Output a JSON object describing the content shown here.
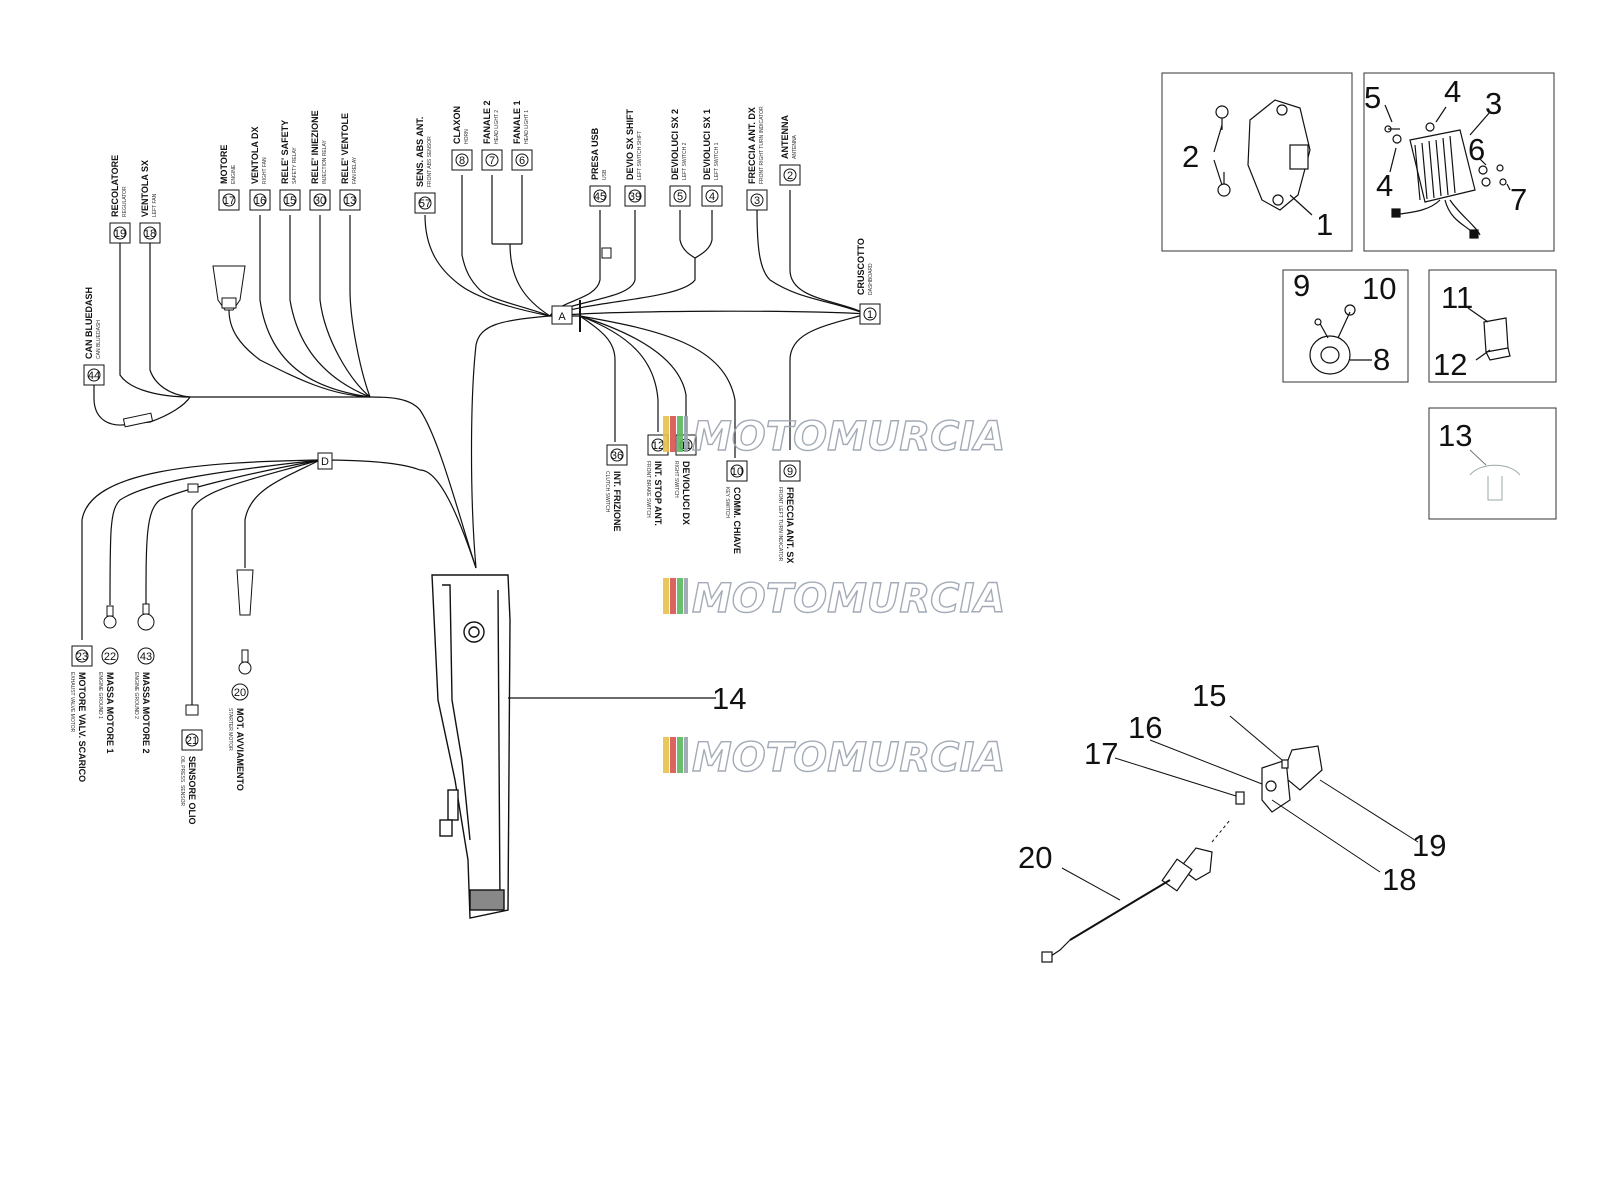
{
  "watermark": {
    "text": "MOTOMURCIA",
    "colors": [
      "#e6c14a",
      "#d9534f",
      "#5cb85c",
      "#9aa3b0"
    ]
  },
  "hubs": {
    "A": "A",
    "D": "D",
    "C": "1"
  },
  "connectors_top": [
    {
      "num": "19",
      "lbl": "RECOLATORE",
      "sub": "REGULATOR"
    },
    {
      "num": "18",
      "lbl": "VENTOLA SX",
      "sub": "LEFT FAN"
    },
    {
      "num": "17",
      "lbl": "MOTORE",
      "sub": "ENGINE"
    },
    {
      "num": "16",
      "lbl": "VENTOLA DX",
      "sub": "RIGHT FAN"
    },
    {
      "num": "15",
      "lbl": "RELE' SAFETY",
      "sub": "SAFETY RELAY"
    },
    {
      "num": "30",
      "lbl": "RELE' INIEZIONE",
      "sub": "INJECTION RELAY"
    },
    {
      "num": "13",
      "lbl": "RELE' VENTOLE",
      "sub": "FAN RELAY"
    },
    {
      "num": "57",
      "lbl": "SENS. ABS ANT.",
      "sub": "FRONT ABS SENSOR"
    },
    {
      "num": "8",
      "lbl": "CLAXON",
      "sub": "HORN"
    },
    {
      "num": "7",
      "lbl": "FANALE 2",
      "sub": "HEAD LIGHT 2"
    },
    {
      "num": "6",
      "lbl": "FANALE 1",
      "sub": "HEAD LIGHT 1"
    },
    {
      "num": "45",
      "lbl": "PRESA USB",
      "sub": "USB"
    },
    {
      "num": "39",
      "lbl": "DEVIO SX SHIFT",
      "sub": "LEFT SWITCH SHIFT"
    },
    {
      "num": "5",
      "lbl": "DEVIOLUCI SX 2",
      "sub": "LEFT SWITCH 2"
    },
    {
      "num": "4",
      "lbl": "DEVIOLUCI SX 1",
      "sub": "LEFT SWITCH 1"
    },
    {
      "num": "3",
      "lbl": "FRECCIA ANT. DX",
      "sub": "FRONT RIGHT TURN INDICATOR"
    },
    {
      "num": "2",
      "lbl": "ANTENNA",
      "sub": "ANTENNA"
    }
  ],
  "connector_44": {
    "num": "44",
    "lbl": "CAN BLUEDASH",
    "sub": "CAN BLUEDASH"
  },
  "cruscotto": {
    "lbl": "CRUSCOTTO",
    "sub": "DASHBOARD"
  },
  "connectors_mid": [
    {
      "num": "36",
      "lbl": "INT. FRIZIONE",
      "sub": "CLUTCH SWITCH"
    },
    {
      "num": "12",
      "lbl": "INT. STOP ANT.",
      "sub": "FRONT BRAKE SWITCH"
    },
    {
      "num": "11",
      "lbl": "DEVIOLUCI DX",
      "sub": "RIGHT SWITCH"
    },
    {
      "num": "10",
      "lbl": "COMM. CHIAVE",
      "sub": "KEY SWITCH"
    },
    {
      "num": "9",
      "lbl": "FRECCIA ANT. SX",
      "sub": "FRONT LEFT TURN INDICATOR"
    }
  ],
  "connectors_bottom": [
    {
      "num": "23",
      "lbl": "MOTORE VALV. SCARICO",
      "sub": "EXHAUST VALVE MOTOR"
    },
    {
      "num": "22",
      "lbl": "MASSA MOTORE 1",
      "sub": "ENGINE GROUND 1"
    },
    {
      "num": "43",
      "lbl": "MASSA MOTORE 2",
      "sub": "ENGINE GROUND 2"
    },
    {
      "num": "21",
      "lbl": "SENSORE OLIO",
      "sub": "OIL PRESS. SENSOR"
    },
    {
      "num": "20",
      "lbl": "MOT. AVVIAMENTO",
      "sub": "STARTER MOTOR"
    }
  ],
  "ref_main": "14",
  "refs": {
    "box1": [
      "2",
      "1"
    ],
    "box2": [
      "5",
      "4",
      "3",
      "6",
      "4",
      "7"
    ],
    "box3": [
      "9",
      "10",
      "8"
    ],
    "box4": [
      "11",
      "12"
    ],
    "box5": [
      "13"
    ],
    "sensor": [
      "15",
      "16",
      "17",
      "19",
      "20",
      "18"
    ]
  }
}
